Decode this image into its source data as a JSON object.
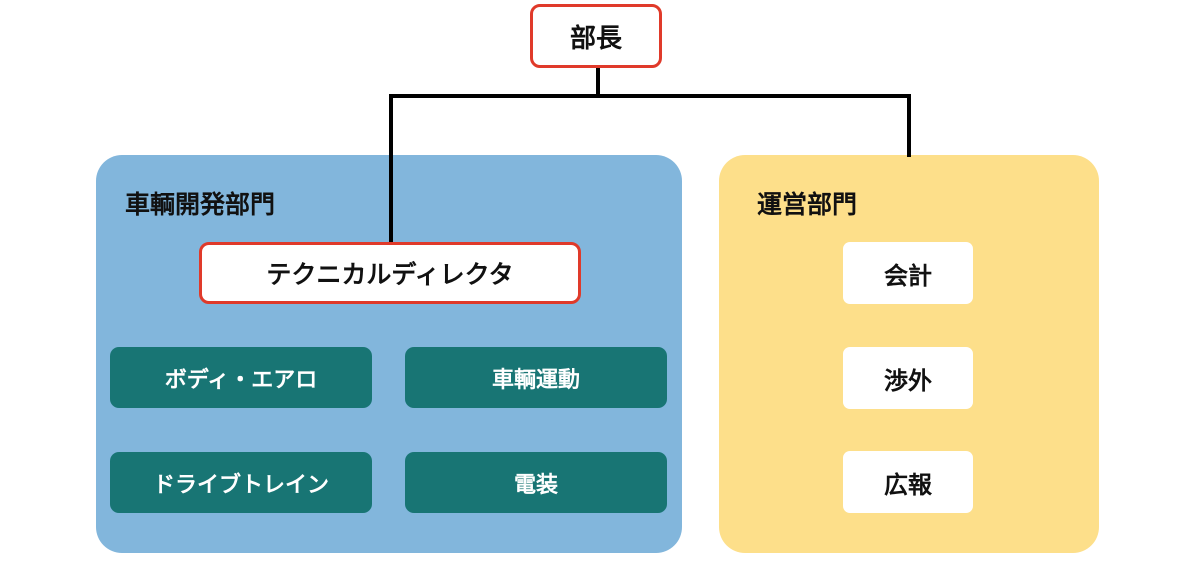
{
  "colors": {
    "vehicle_panel": "#82b6dc",
    "operations_panel": "#fddf8a",
    "teal_tile": "#187574",
    "red_border": "#e03a2a",
    "connector": "#000000"
  },
  "head": {
    "label": "部長"
  },
  "vehicle_dept": {
    "title": "車輌開発部門",
    "director": "テクニカルディレクタ",
    "units": [
      {
        "label": "ボディ・エアロ"
      },
      {
        "label": "車輌運動"
      },
      {
        "label": "ドライブトレイン"
      },
      {
        "label": "電装"
      }
    ]
  },
  "operations_dept": {
    "title": "運営部門",
    "units": [
      {
        "label": "会計"
      },
      {
        "label": "渉外"
      },
      {
        "label": "広報"
      }
    ]
  }
}
